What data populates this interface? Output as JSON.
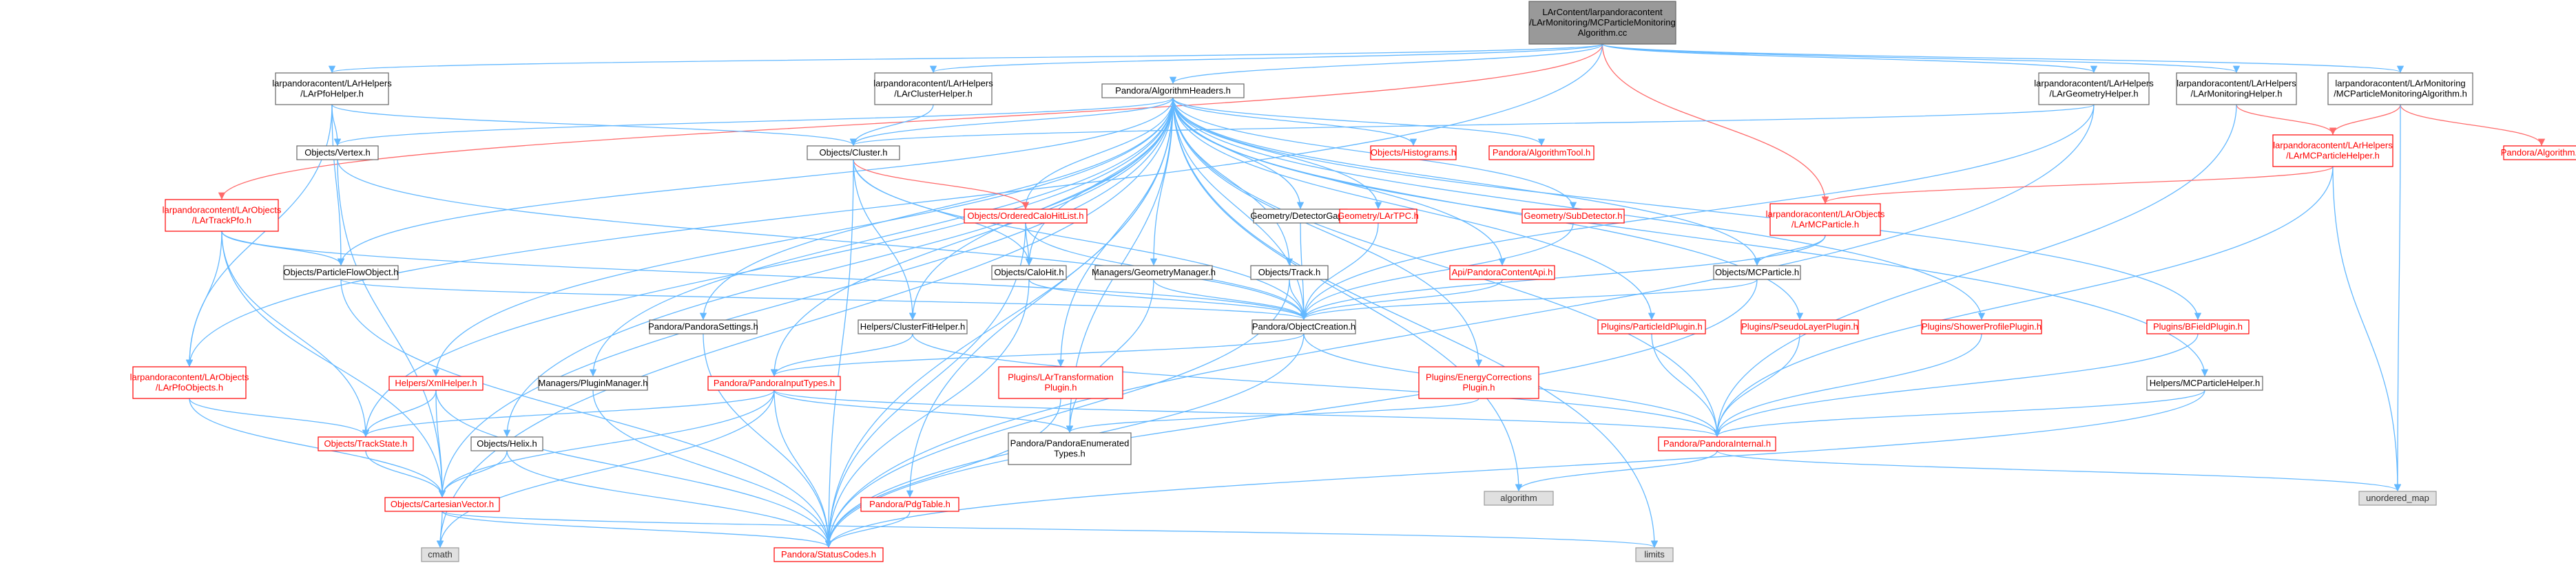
{
  "graph": {
    "nodes": {
      "root": [
        "LArContent/larpandoracontent",
        "/LArMonitoring/MCParticleMonitoring",
        "Algorithm.cc"
      ],
      "pfohelper": [
        "larpandoracontent/LArHelpers",
        "/LArPfoHelper.h"
      ],
      "clusterhelper": [
        "larpandoracontent/LArHelpers",
        "/LArClusterHelper.h"
      ],
      "algheaders": [
        "Pandora/AlgorithmHeaders.h"
      ],
      "geomhelper": [
        "larpandoracontent/LArHelpers",
        "/LArGeometryHelper.h"
      ],
      "monhelper": [
        "larpandoracontent/LArHelpers",
        "/LArMonitoringHelper.h"
      ],
      "mcpmonalg": [
        "larpandoracontent/LArMonitoring",
        "/MCParticleMonitoringAlgorithm.h"
      ],
      "vertex": [
        "Objects/Vertex.h"
      ],
      "cluster": [
        "Objects/Cluster.h"
      ],
      "histograms": [
        "Objects/Histograms.h"
      ],
      "algtool": [
        "Pandora/AlgorithmTool.h"
      ],
      "larmcphelper": [
        "larpandoracontent/LArHelpers",
        "/LArMCParticleHelper.h"
      ],
      "algorithm_h": [
        "Pandora/Algorithm.h"
      ],
      "lartrackpfo": [
        "larpandoracontent/LArObjects",
        "/LArTrackPfo.h"
      ],
      "orderedcalo": [
        "Objects/OrderedCaloHitList.h"
      ],
      "detgap": [
        "Geometry/DetectorGap.h"
      ],
      "lartpc": [
        "Geometry/LArTPC.h"
      ],
      "subdet": [
        "Geometry/SubDetector.h"
      ],
      "larmcparticle": [
        "larpandoracontent/LArObjects",
        "/LArMCParticle.h"
      ],
      "pfo": [
        "Objects/ParticleFlowObject.h"
      ],
      "calohit": [
        "Objects/CaloHit.h"
      ],
      "geommgr": [
        "Managers/GeometryManager.h"
      ],
      "track": [
        "Objects/Track.h"
      ],
      "apicontent": [
        "Api/PandoraContentApi.h"
      ],
      "mcparticle": [
        "Objects/MCParticle.h"
      ],
      "pandorasettings": [
        "Pandora/PandoraSettings.h"
      ],
      "clusterfit": [
        "Helpers/ClusterFitHelper.h"
      ],
      "objcreation": [
        "Pandora/ObjectCreation.h"
      ],
      "pidplugin": [
        "Plugins/ParticleIdPlugin.h"
      ],
      "pseudolayer": [
        "Plugins/PseudoLayerPlugin.h"
      ],
      "showerprofile": [
        "Plugins/ShowerProfilePlugin.h"
      ],
      "bfield": [
        "Plugins/BFieldPlugin.h"
      ],
      "larpfoobjects": [
        "larpandoracontent/LArObjects",
        "/LArPfoObjects.h"
      ],
      "xmlhelper": [
        "Helpers/XmlHelper.h"
      ],
      "pluginmgr": [
        "Managers/PluginManager.h"
      ],
      "inputtypes": [
        "Pandora/PandoraInputTypes.h"
      ],
      "transplugin": [
        "Plugins/LArTransformation",
        "Plugin.h"
      ],
      "energycorr": [
        "Plugins/EnergyCorrections",
        "Plugin.h"
      ],
      "mcphelper": [
        "Helpers/MCParticleHelper.h"
      ],
      "trackstate": [
        "Objects/TrackState.h"
      ],
      "helix": [
        "Objects/Helix.h"
      ],
      "enumerated": [
        "Pandora/PandoraEnumerated",
        "Types.h"
      ],
      "internal": [
        "Pandora/PandoraInternal.h"
      ],
      "algorithm": [
        "algorithm"
      ],
      "unordered_map": [
        "unordered_map"
      ],
      "cartesian": [
        "Objects/CartesianVector.h"
      ],
      "pdgtable": [
        "Pandora/PdgTable.h"
      ],
      "cmath": [
        "cmath"
      ],
      "statuscodes": [
        "Pandora/StatusCodes.h"
      ],
      "limits": [
        "limits"
      ]
    }
  }
}
